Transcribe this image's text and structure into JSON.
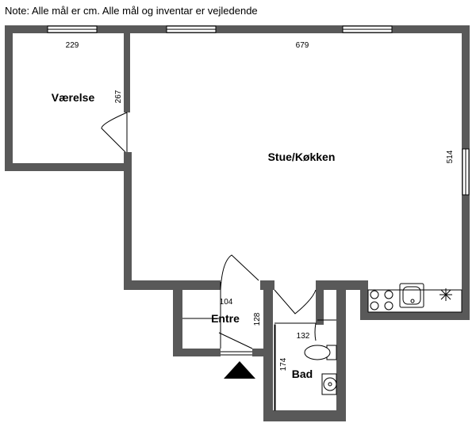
{
  "note": "Note: Alle mål er cm. Alle mål og inventar er vejledende",
  "rooms": {
    "vaerelse": "Værelse",
    "stue": "Stue/Køkken",
    "entre": "Entre",
    "bad": "Bad"
  },
  "dimensions": {
    "vaerelse_width": "229",
    "vaerelse_depth": "267",
    "stue_width": "679",
    "stue_depth": "514",
    "entre_width": "104",
    "entre_depth": "128",
    "bad_width": "132",
    "bad_depth": "174"
  },
  "colors": {
    "wall": "#595959",
    "line": "#000000"
  },
  "icons": [
    "entrance-arrow-icon",
    "stove-icon",
    "sink-icon",
    "toilet-icon",
    "washbasin-icon",
    "extractor-icon"
  ]
}
